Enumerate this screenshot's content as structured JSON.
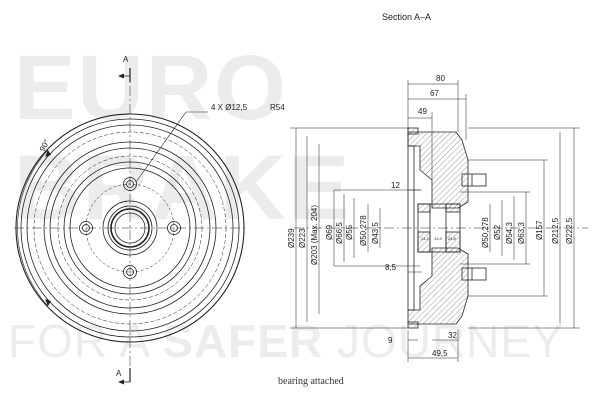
{
  "watermark": {
    "line1": "EURO",
    "line2": "BRAKE",
    "tagline_pre": "FOR A ",
    "tagline_bold": "SAFER",
    "tagline_post": " JOURNEY"
  },
  "section_title": "Section A–A",
  "section_marker_top": "A",
  "section_marker_bottom": "A",
  "angle_label": "90°",
  "bolt_callout": "4 X Ø12,5",
  "radius_callout": "R54",
  "footer_note": "bearing attached",
  "dims": {
    "d80": "80",
    "d67": "67",
    "d49": "49",
    "d12": "12",
    "d8_5": "8,5",
    "d9": "9",
    "d32": "32",
    "d49_5": "49,5",
    "dia239": "Ø239",
    "dia223": "Ø223",
    "dia203": "Ø203 (Max. 204)",
    "dia69": "Ø69",
    "dia66_5": "Ø66,5",
    "dia55": "Ø55",
    "dia50_278_l": "Ø50,278",
    "dia43_5": "Ø43,5",
    "dia50_278_r": "Ø50,278",
    "dia52": "Ø52",
    "dia54_3": "Ø54,3",
    "dia63_3": "Ø63,3",
    "dia157": "Ø157",
    "dia212_5": "Ø212,5",
    "dia222_5": "Ø222,5",
    "small1": "24,2",
    "small2": "13,3",
    "small3": "24,8"
  }
}
